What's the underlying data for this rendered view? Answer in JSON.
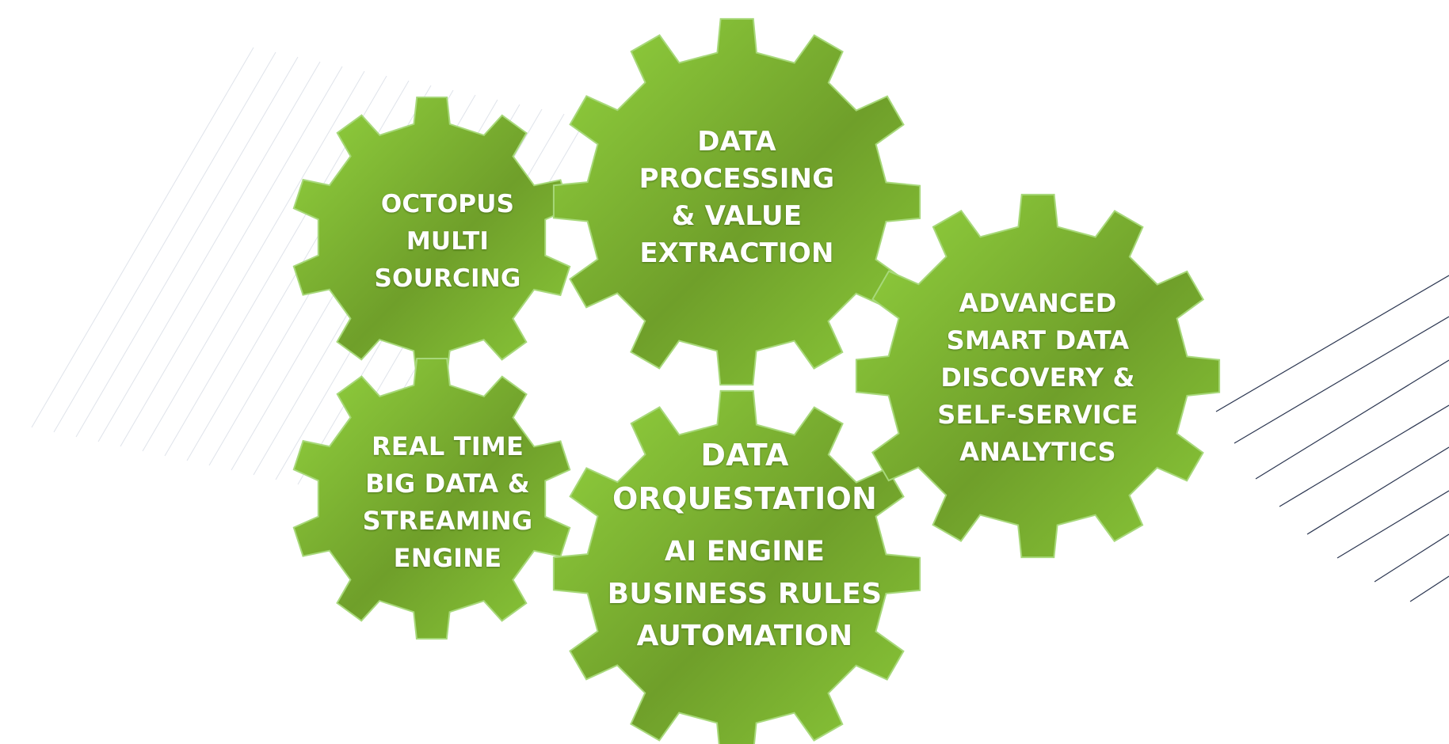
{
  "colors": {
    "gear_light": "#8ccf3b",
    "gear_dark": "#5f8f22",
    "gear_stroke": "#a7d87a",
    "text": "#ffffff",
    "deco_line_light": "#dfe3ea",
    "deco_line_dark": "#2a3550"
  },
  "icons": [
    "gear-icon"
  ],
  "gears": {
    "octopus": {
      "lines": [
        "OCTOPUS",
        "MULTI",
        "SOURCING"
      ]
    },
    "processing": {
      "lines": [
        "DATA",
        "PROCESSING",
        "& VALUE",
        "EXTRACTION"
      ]
    },
    "advanced": {
      "lines": [
        "ADVANCED",
        "SMART DATA",
        "DISCOVERY &",
        "SELF-SERVICE",
        "ANALYTICS"
      ]
    },
    "realtime": {
      "lines": [
        "REAL TIME",
        "BIG DATA &",
        "STREAMING",
        "ENGINE"
      ]
    },
    "orquestation": {
      "lines_top": [
        "DATA",
        "ORQUESTATION"
      ],
      "lines_bottom": [
        "AI ENGINE",
        "BUSINESS RULES",
        "AUTOMATION"
      ]
    }
  }
}
